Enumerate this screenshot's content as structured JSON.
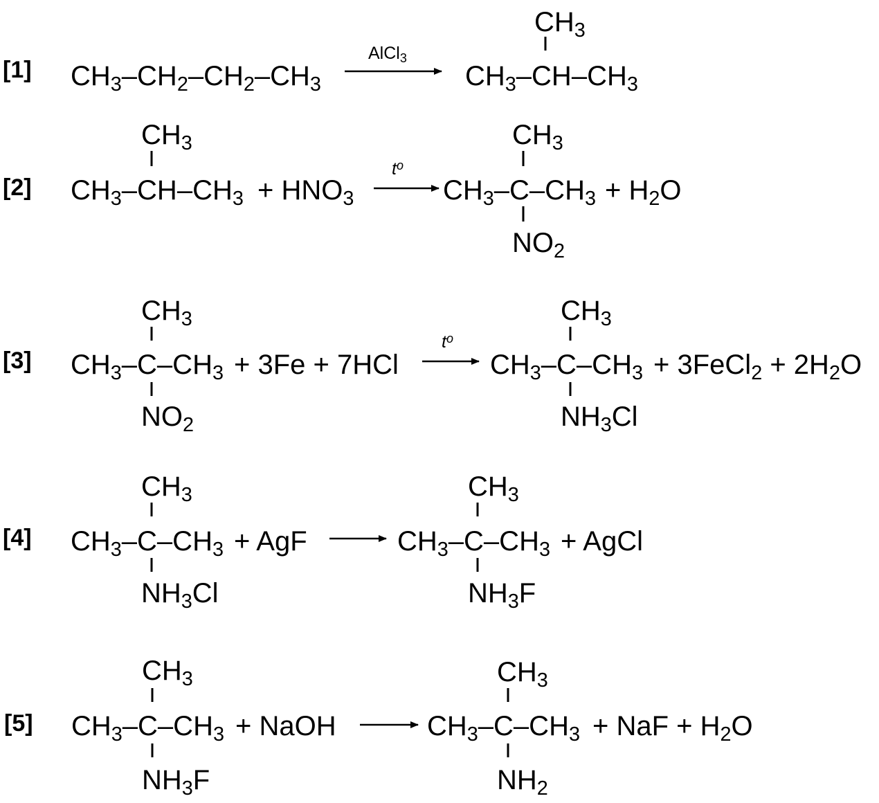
{
  "reactions": [
    {
      "label": "[1]",
      "reactant": "CH3–CH2–CH2–CH3",
      "condition": "AlCl3",
      "product": {
        "top": "CH3",
        "main": "CH3–CH–CH3"
      }
    },
    {
      "label": "[2]",
      "reactant": {
        "top": "CH3",
        "main": "CH3–CH–CH3"
      },
      "reagent": "+ HNO3",
      "condition": "to",
      "product": {
        "top": "CH3",
        "main": "CH3–C–CH3",
        "bottom": "NO2"
      },
      "byproduct": "+ H2O"
    },
    {
      "label": "[3]",
      "reactant": {
        "top": "CH3",
        "main": "CH3–C–CH3",
        "bottom": "NO2"
      },
      "reagent": "+ 3Fe + 7HCl",
      "condition": "to",
      "product": {
        "top": "CH3",
        "main": "CH3–C–CH3",
        "bottom": "NH3Cl"
      },
      "byproduct": "+ 3FeCl2 + 2H2O"
    },
    {
      "label": "[4]",
      "reactant": {
        "top": "CH3",
        "main": "CH3–C–CH3",
        "bottom": "NH3Cl"
      },
      "reagent": "+ AgF",
      "product": {
        "top": "CH3",
        "main": "CH3–C–CH3",
        "bottom": "NH3F"
      },
      "byproduct": "+ AgCl"
    },
    {
      "label": "[5]",
      "reactant": {
        "top": "CH3",
        "main": "CH3–C–CH3",
        "bottom": "NH3F"
      },
      "reagent": "+ NaOH",
      "product": {
        "top": "CH3",
        "main": "CH3–C–CH3",
        "bottom": "NH2"
      },
      "byproduct": "+ NaF + H2O"
    }
  ]
}
